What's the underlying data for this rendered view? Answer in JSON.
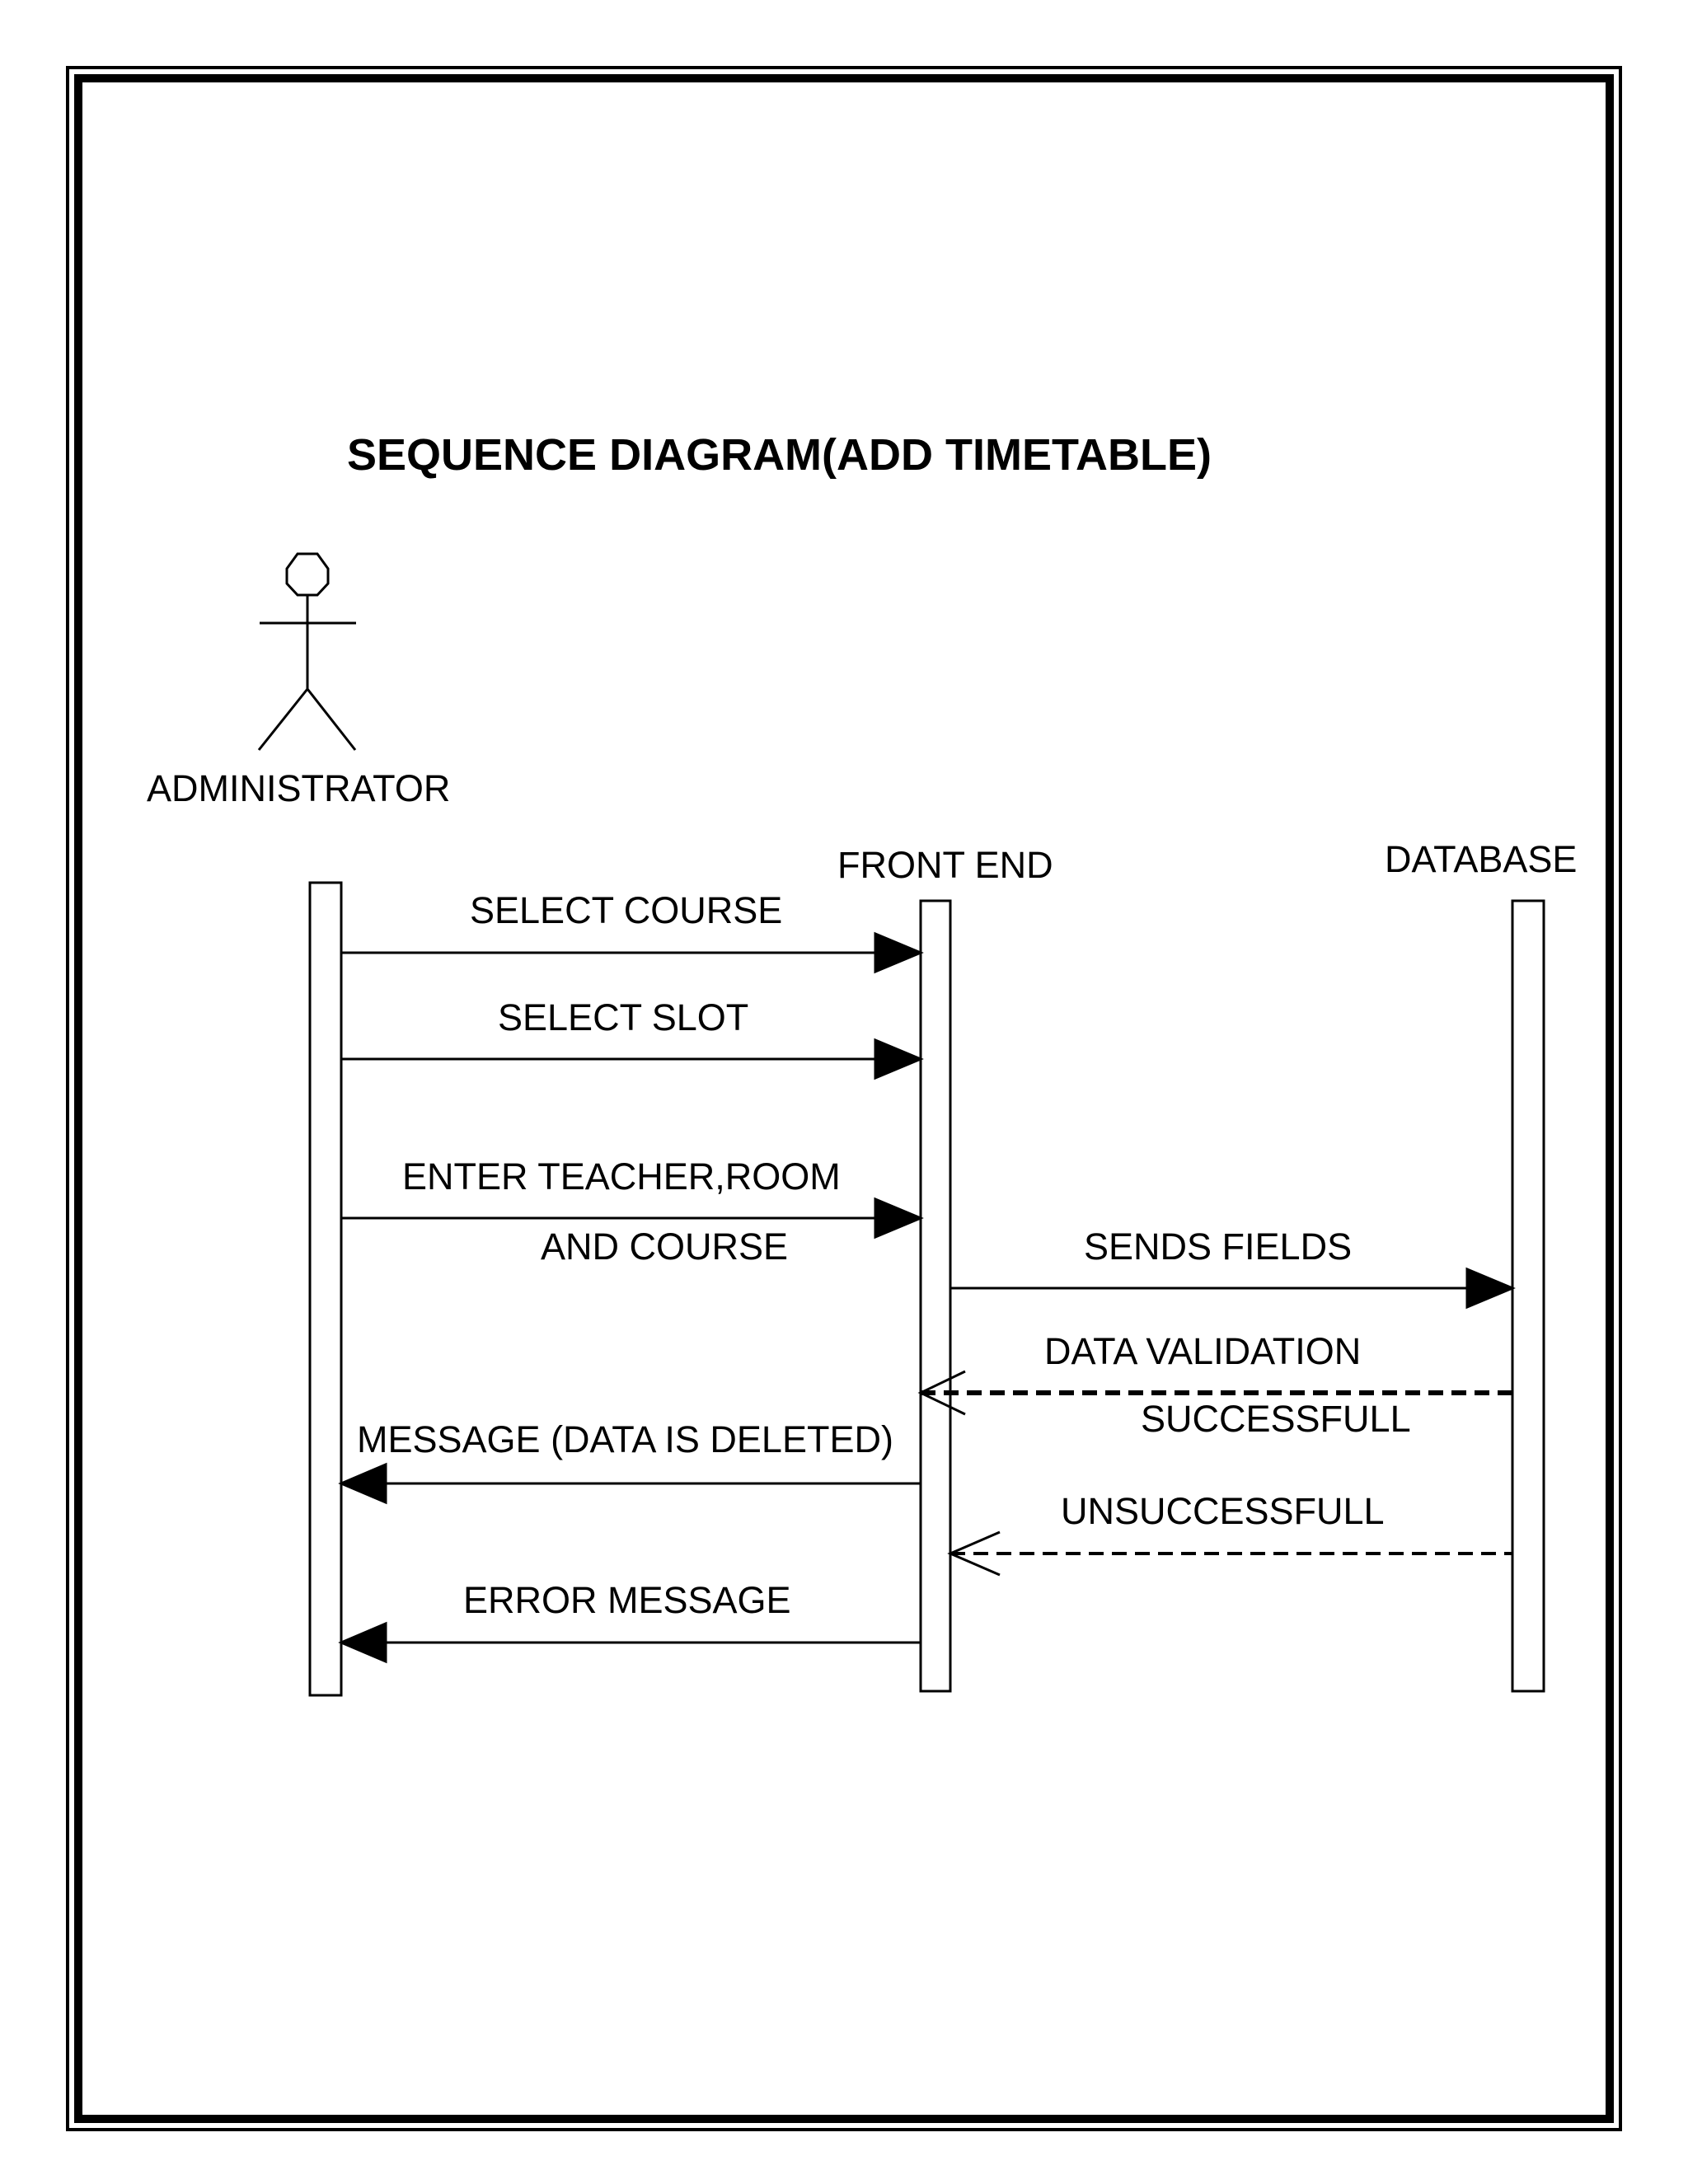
{
  "title": "SEQUENCE DIAGRAM(ADD TIMETABLE)",
  "actors": {
    "administrator": "ADMINISTRATOR",
    "front_end": "FRONT END",
    "database": "DATABASE"
  },
  "messages": {
    "select_course": "SELECT COURSE",
    "select_slot": "SELECT SLOT",
    "enter_teacher_line1": "ENTER TEACHER,ROOM",
    "enter_teacher_line2": "AND COURSE",
    "sends_fields": "SENDS FIELDS",
    "data_validation": "DATA VALIDATION",
    "successfull": "SUCCESSFULL",
    "message_deleted": "MESSAGE (DATA IS DELETED)",
    "unsuccessfull": "UNSUCCESSFULL",
    "error_message": "ERROR MESSAGE"
  }
}
